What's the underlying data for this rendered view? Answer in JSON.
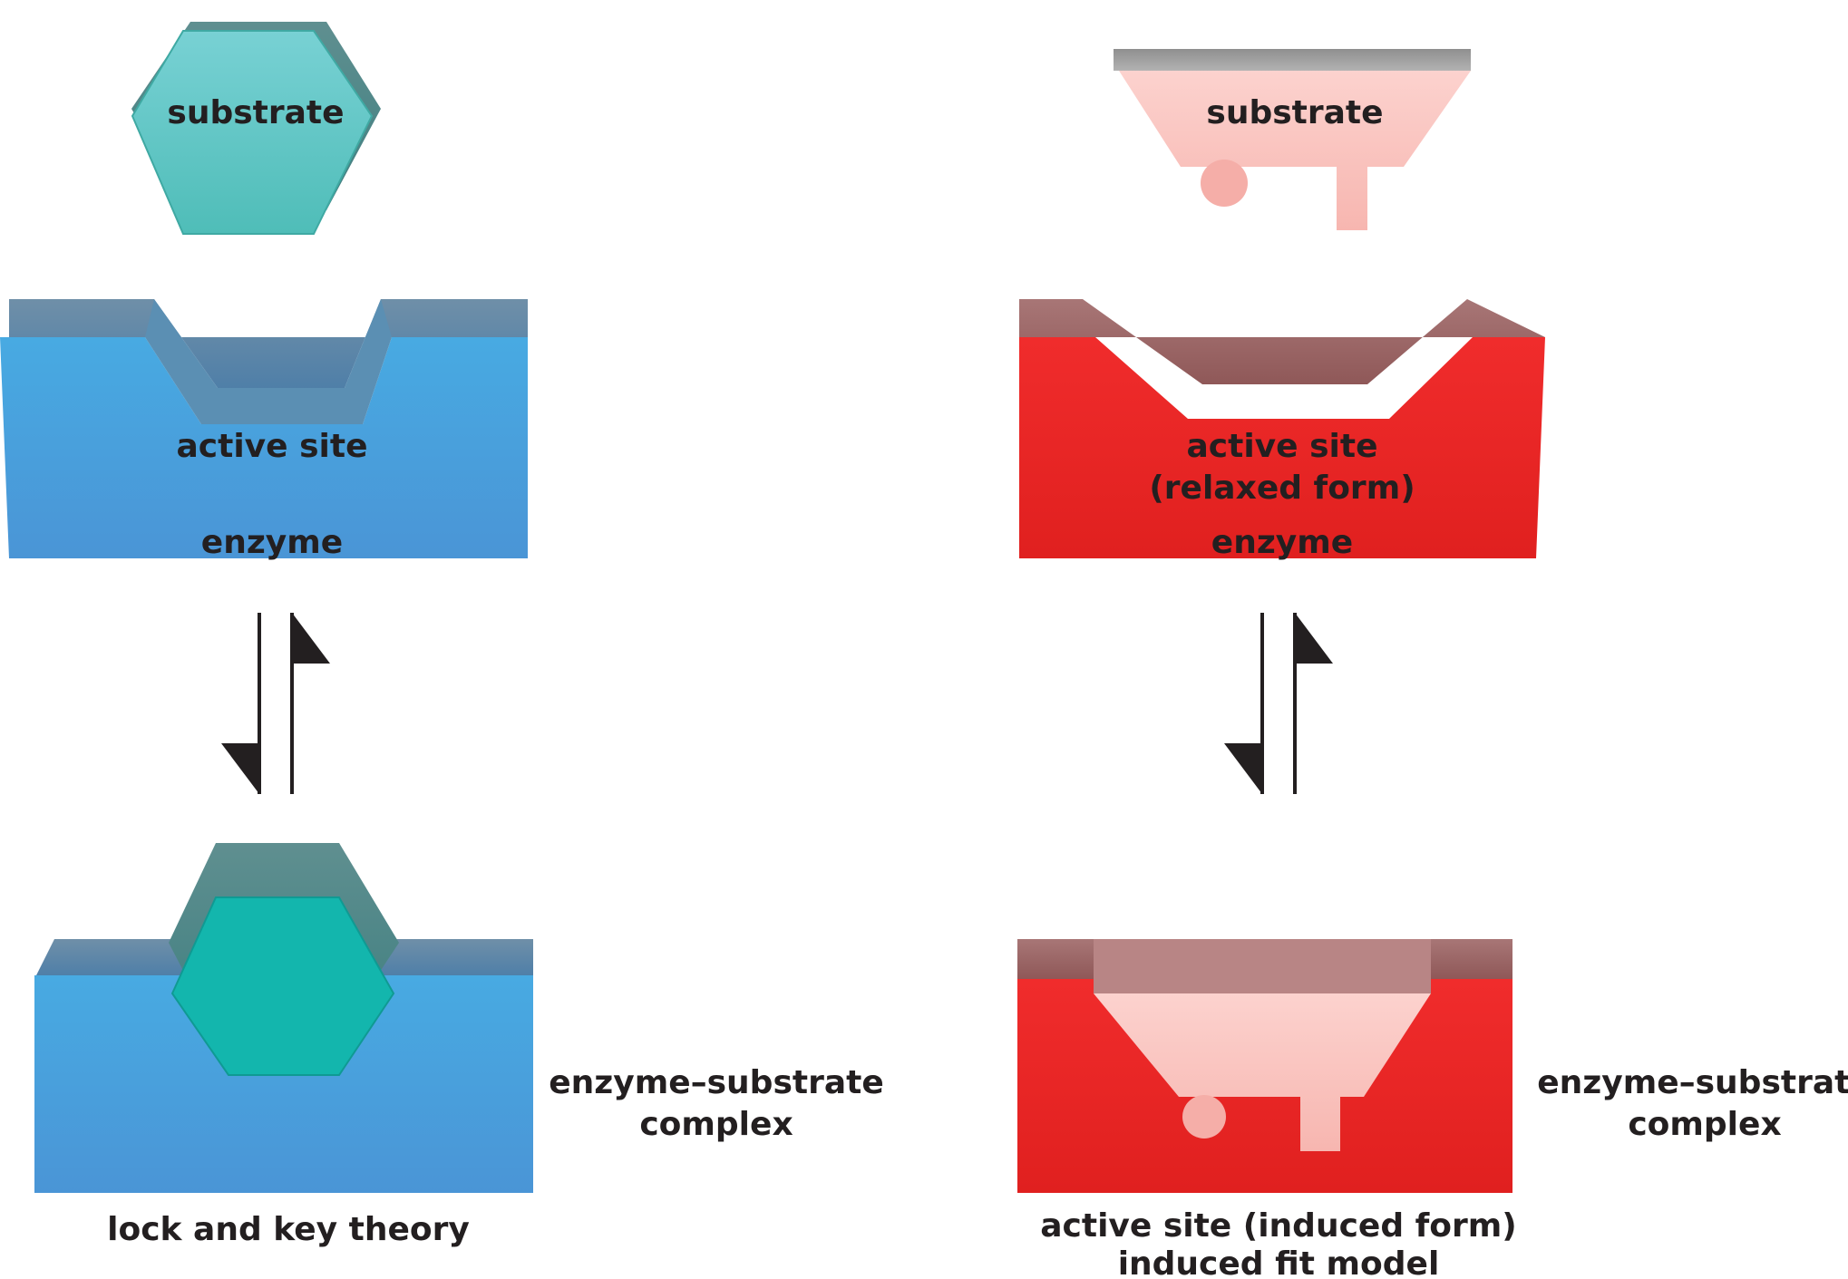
{
  "left_panel": {
    "substrate_label": "substrate",
    "active_site_label": "active site",
    "enzyme_label": "enzyme",
    "complex_label_line1": "enzyme–substrate",
    "complex_label_line2": "complex",
    "caption": "lock and key theory"
  },
  "right_panel": {
    "substrate_label": "substrate",
    "active_site_label_line1": "active site",
    "active_site_label_line2": "(relaxed form)",
    "enzyme_label": "enzyme",
    "complex_label_line1": "enzyme–substrate",
    "complex_label_line2": "complex",
    "caption_line1": "active site (induced form)",
    "caption_line2": "induced fit model"
  },
  "colors": {
    "teal": "#5cc4c4",
    "blue": "#4aa3dc",
    "red": "#ee2a2a",
    "pink": "#f8b8b2",
    "arrow": "#231f20"
  }
}
